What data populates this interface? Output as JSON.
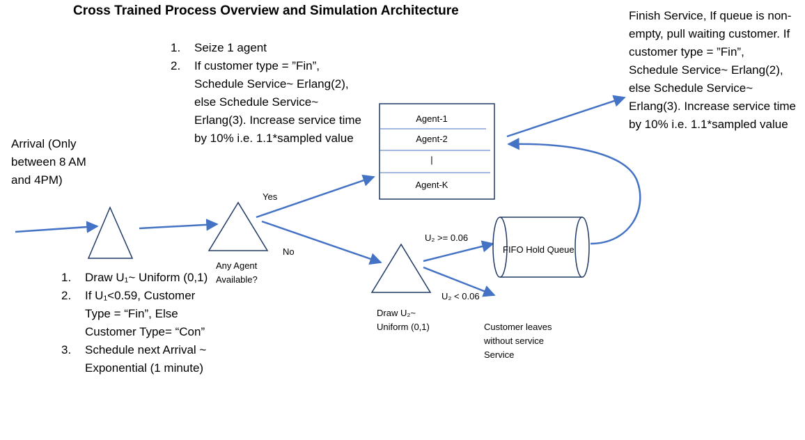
{
  "title": "Cross Trained Process Overview and Simulation Architecture",
  "arrival_label": "Arrival (Only between 8 AM and 4PM)",
  "arrival_steps": [
    {
      "num": "1.",
      "text": "Draw U₁~ Uniform (0,1)"
    },
    {
      "num": "2.",
      "text": "If U₁<0.59, Customer Type = “Fin”, Else Customer Type= “Con”"
    },
    {
      "num": "3.",
      "text": "Schedule next Arrival ~ Exponential (1 minute)"
    }
  ],
  "service_steps": [
    {
      "num": "1.",
      "text": "Seize 1 agent"
    },
    {
      "num": "2.",
      "text": "If customer type = ”Fin”, Schedule Service~ Erlang(2), else Schedule Service~ Erlang(3). Increase service time by 10% i.e. 1.1*sampled value"
    }
  ],
  "decision_label": "Any Agent Available?",
  "yes_label": "Yes",
  "no_label": "No",
  "agents": [
    "Agent-1",
    "Agent-2",
    "|",
    "Agent-K"
  ],
  "u2_draw_label": "Draw U₂~ Uniform (0,1)",
  "u2_ge_label": "U₂ >= 0.06",
  "u2_lt_label": "U₂ < 0.06",
  "queue_label": "FIFO Hold Queue",
  "leaves_label": "Customer leaves without service Service",
  "finish_text": "Finish Service, If queue is non- empty, pull waiting customer. If customer type = ”Fin”, Schedule Service~ Erlang(2), else Schedule Service~ Erlang(3). Increase service time by 10% i.e. 1.1*sampled value",
  "colors": {
    "arrow": "#4472c4",
    "shape": "#1f3864",
    "agent_divider": "#4472c4"
  }
}
